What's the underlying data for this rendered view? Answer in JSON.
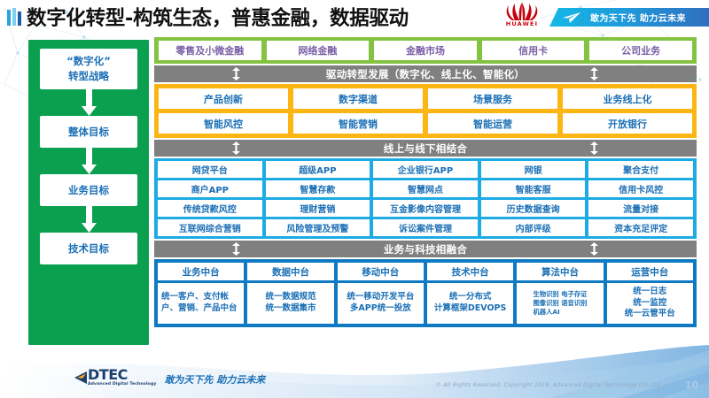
{
  "header": {
    "title": "数字化转型-构筑生态，普惠金融，数据驱动",
    "huawei_wordmark": "HUAWEI",
    "banner_text": "敢为天下先 助力云未来"
  },
  "strategy_column": {
    "items": [
      {
        "label": "“数字化”\n转型战略"
      },
      {
        "label": "整体目标"
      },
      {
        "label": "业务目标"
      },
      {
        "label": "技术目标"
      }
    ]
  },
  "business_band": {
    "color": "#84c341",
    "items": [
      "零售及小微金融",
      "网络金融",
      "金融市场",
      "信用卡",
      "公司业务"
    ]
  },
  "connector_1": {
    "label": "驱动转型发展（数字化、线上化、智能化）"
  },
  "drive_band": {
    "color": "#fcb614",
    "rows": [
      [
        "产品创新",
        "数字渠道",
        "场景服务",
        "业务线上化"
      ],
      [
        "智能风控",
        "智能营销",
        "智能运营",
        "开放银行"
      ]
    ]
  },
  "connector_2": {
    "label": "线上与线下相结合"
  },
  "channel_band": {
    "color": "#1cace3",
    "rows": [
      [
        "网贷平台",
        "超级APP",
        "企业银行APP",
        "网银",
        "聚合支付"
      ],
      [
        "商户APP",
        "智慧存款",
        "智慧网点",
        "智能客服",
        "信用卡风控"
      ],
      [
        "传统贷款风控",
        "理财营销",
        "互金影像内容管理",
        "历史数据查询",
        "流量对接"
      ],
      [
        "互联网综合营销",
        "风险管理及预警",
        "诉讼案件管理",
        "内部评级",
        "资本充足评定"
      ]
    ]
  },
  "connector_3": {
    "label": "业务与科技相融合"
  },
  "platform_band": {
    "color": "#0f7ac4",
    "columns": [
      {
        "head": "业务中台",
        "body": "统一客户、支付帐户、营销、产品中台",
        "style": "leftal"
      },
      {
        "head": "数据中台",
        "body": "统一数据规范\n统一数据集市",
        "style": "center"
      },
      {
        "head": "移动中台",
        "body": "统一移动开发平台\n多APP统一投放",
        "style": "center"
      },
      {
        "head": "技术中台",
        "body": "统一分布式\n计算框架DEVOPS",
        "style": "center"
      },
      {
        "head": "算法中台",
        "body": "生物识别 电子存证\n图像识别 语音识别\n机器人AI",
        "style": "tiny"
      },
      {
        "head": "运营中台",
        "body": "统一日志\n统一监控\n统一云管平台",
        "style": "center"
      }
    ]
  },
  "footer": {
    "logo_name": "DTEC",
    "logo_sub": "Advanced Digital Technology",
    "slogan": "敢为天下先   助力云未来",
    "copyright": "© All Rights Reserved. Copyright 2019, Advanced Digital Technology CO.,Ltd",
    "page_number": "10"
  }
}
